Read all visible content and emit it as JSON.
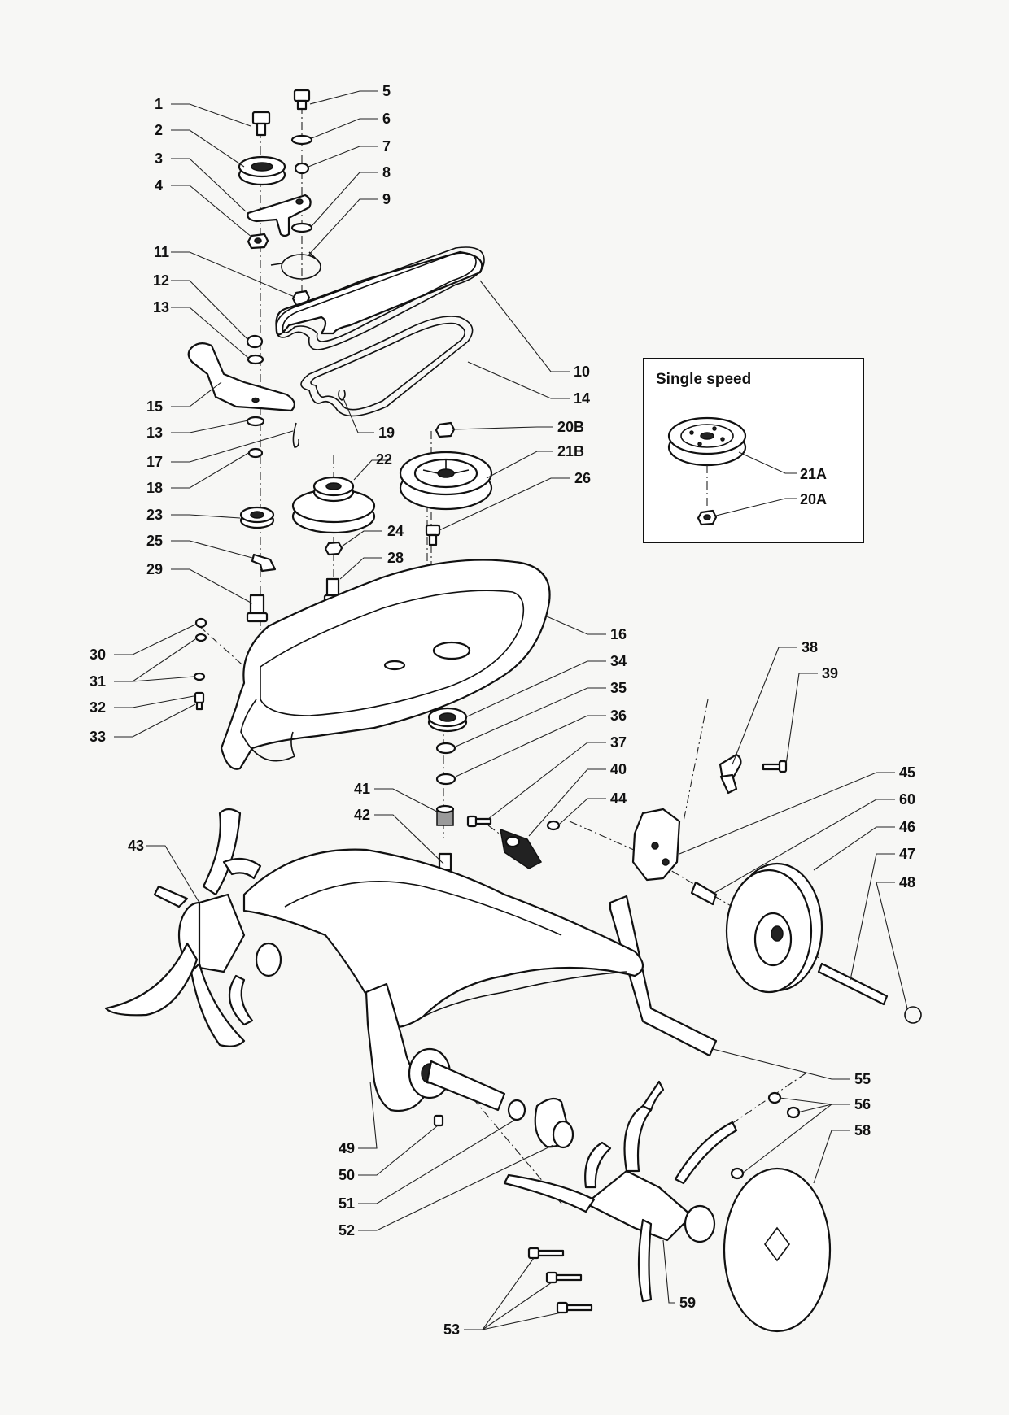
{
  "inset": {
    "title": "Single speed",
    "labels": [
      "21A",
      "20A"
    ]
  },
  "labels": [
    "1",
    "2",
    "3",
    "4",
    "5",
    "6",
    "7",
    "8",
    "9",
    "10",
    "11",
    "12",
    "13",
    "13",
    "14",
    "15",
    "16",
    "17",
    "18",
    "19",
    "20B",
    "21B",
    "22",
    "23",
    "24",
    "25",
    "26",
    "28",
    "29",
    "30",
    "31",
    "32",
    "33",
    "34",
    "35",
    "36",
    "37",
    "38",
    "39",
    "40",
    "41",
    "42",
    "43",
    "44",
    "45",
    "46",
    "47",
    "48",
    "49",
    "50",
    "51",
    "52",
    "53",
    "55",
    "56",
    "58",
    "59",
    "60"
  ]
}
